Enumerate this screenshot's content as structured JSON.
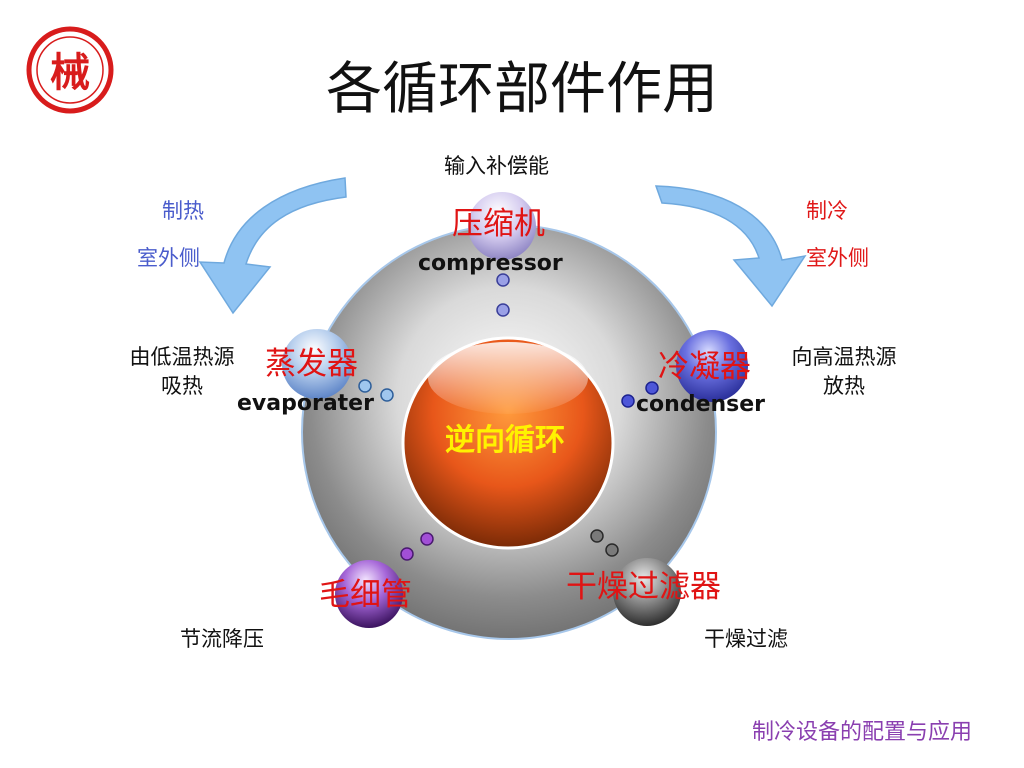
{
  "slide": {
    "title": "各循环部件作用",
    "footer": "制冷设备的配置与应用"
  },
  "logo": {
    "glyph": "械",
    "color": "#d81c1c"
  },
  "center": {
    "label": "逆向循环"
  },
  "input_label": "输入补偿能",
  "components": {
    "compressor": {
      "cn": "压缩机",
      "en": "compressor"
    },
    "condenser": {
      "cn": "冷凝器",
      "en": "condenser",
      "note_line1": "向高温热源",
      "note_line2": "放热"
    },
    "evaporator": {
      "cn": "蒸发器",
      "en": "evaporater",
      "note_line1": "由低温热源",
      "note_line2": "吸热"
    },
    "capillary": {
      "cn": "毛细管",
      "note": "节流降压"
    },
    "filter": {
      "cn": "干燥过滤器",
      "note": "干燥过滤"
    }
  },
  "modes": {
    "heating": {
      "label": "制热",
      "side": "室外侧"
    },
    "cooling": {
      "label": "制冷",
      "side": "室外侧"
    }
  },
  "colors": {
    "heating_text": "#4a5ccc",
    "cooling_text": "#e01818",
    "arrow_fill": "#8fc3f2",
    "core_orange": "#e8571a",
    "component_label": "#e01414"
  }
}
